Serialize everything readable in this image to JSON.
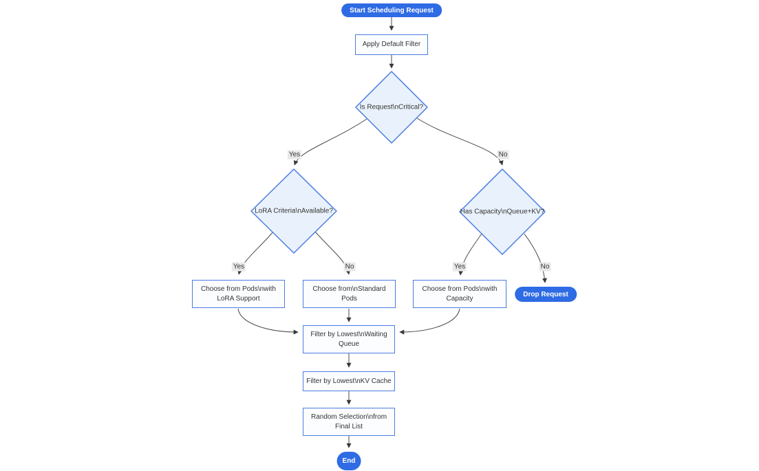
{
  "diagram": {
    "type": "flowchart",
    "direction": "top-down",
    "colors": {
      "pill_fill": "#2e6be4",
      "pill_text": "#ffffff",
      "node_border": "#4b7be0",
      "diamond_fill": "#e9f2fc",
      "rect_fill": "#fcfdff",
      "node_text": "#333333",
      "edge_line": "#4a4a4a",
      "edge_label_bg": "#e8e8e8",
      "background": "#ffffff"
    },
    "nodes": {
      "start": {
        "label": "Start Scheduling Request",
        "shape": "stadium"
      },
      "apply_filter": {
        "lines": [
          "Apply Default Filter"
        ],
        "shape": "rect"
      },
      "is_critical": {
        "label": "Is Request\\nCritical?",
        "shape": "diamond"
      },
      "lora_criteria": {
        "label": "LoRA Criteria\\nAvailable?",
        "shape": "diamond"
      },
      "has_capacity": {
        "label": "Has Capacity\\nQueue+KV?",
        "shape": "diamond"
      },
      "choose_lora": {
        "lines": [
          "Choose from Pods\\nwith",
          "LoRA Support"
        ],
        "shape": "rect"
      },
      "choose_standard": {
        "lines": [
          "Choose from\\nStandard",
          "Pods"
        ],
        "shape": "rect"
      },
      "choose_capacity": {
        "lines": [
          "Choose from Pods\\nwith",
          "Capacity"
        ],
        "shape": "rect"
      },
      "drop_request": {
        "label": "Drop Request",
        "shape": "stadium"
      },
      "filter_queue": {
        "lines": [
          "Filter by Lowest\\nWaiting",
          "Queue"
        ],
        "shape": "rect"
      },
      "filter_kv": {
        "lines": [
          "Filter by Lowest\\nKV Cache"
        ],
        "shape": "rect"
      },
      "random_selection": {
        "lines": [
          "Random Selection\\nfrom",
          "Final List"
        ],
        "shape": "rect"
      },
      "end": {
        "label": "End",
        "shape": "stadium"
      }
    },
    "edges": [
      {
        "from": "start",
        "to": "apply_filter",
        "label": ""
      },
      {
        "from": "apply_filter",
        "to": "is_critical",
        "label": ""
      },
      {
        "from": "is_critical",
        "to": "lora_criteria",
        "label": "Yes"
      },
      {
        "from": "is_critical",
        "to": "has_capacity",
        "label": "No"
      },
      {
        "from": "lora_criteria",
        "to": "choose_lora",
        "label": "Yes"
      },
      {
        "from": "lora_criteria",
        "to": "choose_standard",
        "label": "No"
      },
      {
        "from": "has_capacity",
        "to": "choose_capacity",
        "label": "Yes"
      },
      {
        "from": "has_capacity",
        "to": "drop_request",
        "label": "No"
      },
      {
        "from": "choose_lora",
        "to": "filter_queue",
        "label": ""
      },
      {
        "from": "choose_standard",
        "to": "filter_queue",
        "label": ""
      },
      {
        "from": "choose_capacity",
        "to": "filter_queue",
        "label": ""
      },
      {
        "from": "filter_queue",
        "to": "filter_kv",
        "label": ""
      },
      {
        "from": "filter_kv",
        "to": "random_selection",
        "label": ""
      },
      {
        "from": "random_selection",
        "to": "end",
        "label": ""
      }
    ]
  }
}
